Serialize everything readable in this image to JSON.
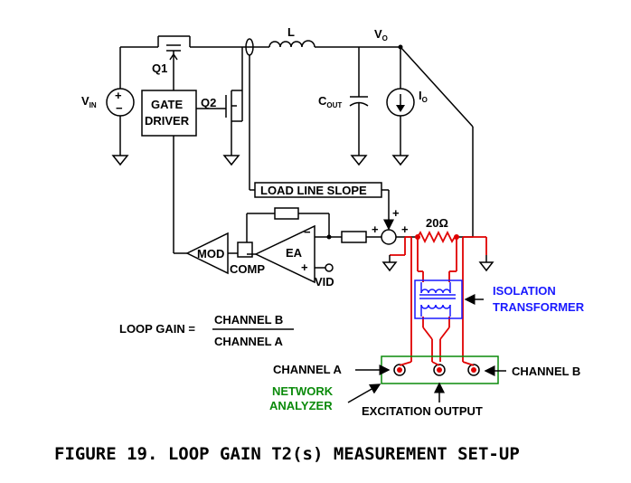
{
  "labels": {
    "inductor": "L",
    "vo": "V",
    "vo_sub": "O",
    "vin": "V",
    "vin_sub": "IN",
    "q1": "Q1",
    "q2": "Q2",
    "gate_driver_line1": "GATE",
    "gate_driver_line2": "DRIVER",
    "cout": "C",
    "cout_sub": "OUT",
    "io": "I",
    "io_sub": "O",
    "load_line_slope": "LOAD LINE SLOPE",
    "resistor_20ohm": "20Ω",
    "plus_top": "+",
    "plus_left": "+",
    "minus_left": "−",
    "mod": "MOD",
    "comp": "COMP",
    "ea": "EA",
    "ea_plus": "+",
    "vid": "VID",
    "loop_gain": "LOOP GAIN =",
    "channel_b_num": "CHANNEL B",
    "channel_a_den": "CHANNEL A",
    "isolation_line1": "ISOLATION",
    "isolation_line2": "TRANSFORMER",
    "channel_a": "CHANNEL A",
    "channel_b": "CHANNEL B",
    "network_line1": "NETWORK",
    "network_line2": "ANALYZER",
    "excitation_output": "EXCITATION OUTPUT"
  },
  "caption": "FIGURE 19.  LOOP GAIN T2(s) MEASUREMENT SET-UP",
  "colors": {
    "wire": "#000000",
    "injection": "#e00000",
    "transformer": "#1a1aff",
    "analyzer": "#0a8a0a"
  }
}
